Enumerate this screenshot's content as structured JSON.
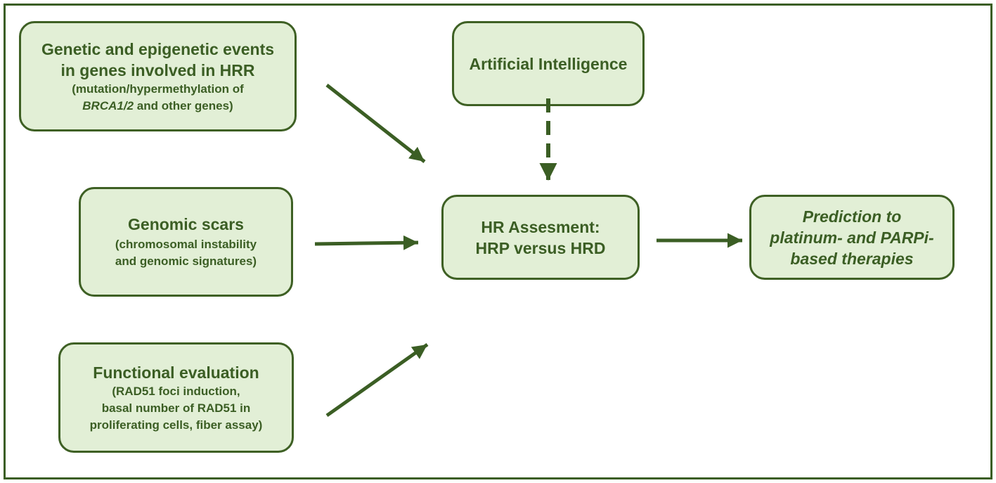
{
  "colors": {
    "frame": "#3b5e24",
    "box_fill": "#e2efd6",
    "box_border": "#3e6024",
    "text": "#3b5e24",
    "arrow": "#3b5e24"
  },
  "boxes": {
    "genetic": {
      "title_line1": "Genetic and epigenetic events",
      "title_line2": "in genes involved in HRR",
      "sub_line1": "(mutation/hypermethylation of",
      "sub_gene": "BRCA1/2",
      "sub_line2_rest": " and other genes)"
    },
    "scars": {
      "title": "Genomic scars",
      "sub_line1": "(chromosomal instability",
      "sub_line2": "and genomic signatures)"
    },
    "functional": {
      "title": "Functional evaluation",
      "sub_line1": "(RAD51 foci induction,",
      "sub_line2": "basal number of RAD51 in",
      "sub_line3": "proliferating cells, fiber assay)"
    },
    "ai": {
      "title": "Artificial Intelligence"
    },
    "hr": {
      "line1": "HR Assesment:",
      "line2": "HRP versus HRD"
    },
    "prediction": {
      "line1": "Prediction to",
      "line2": "platinum- and PARPi-",
      "line3": "based therapies"
    }
  },
  "edges": [
    {
      "from": "genetic",
      "to": "hr",
      "style": "solid"
    },
    {
      "from": "scars",
      "to": "hr",
      "style": "solid"
    },
    {
      "from": "functional",
      "to": "hr",
      "style": "solid"
    },
    {
      "from": "ai",
      "to": "hr",
      "style": "dashed"
    },
    {
      "from": "hr",
      "to": "prediction",
      "style": "solid"
    }
  ]
}
